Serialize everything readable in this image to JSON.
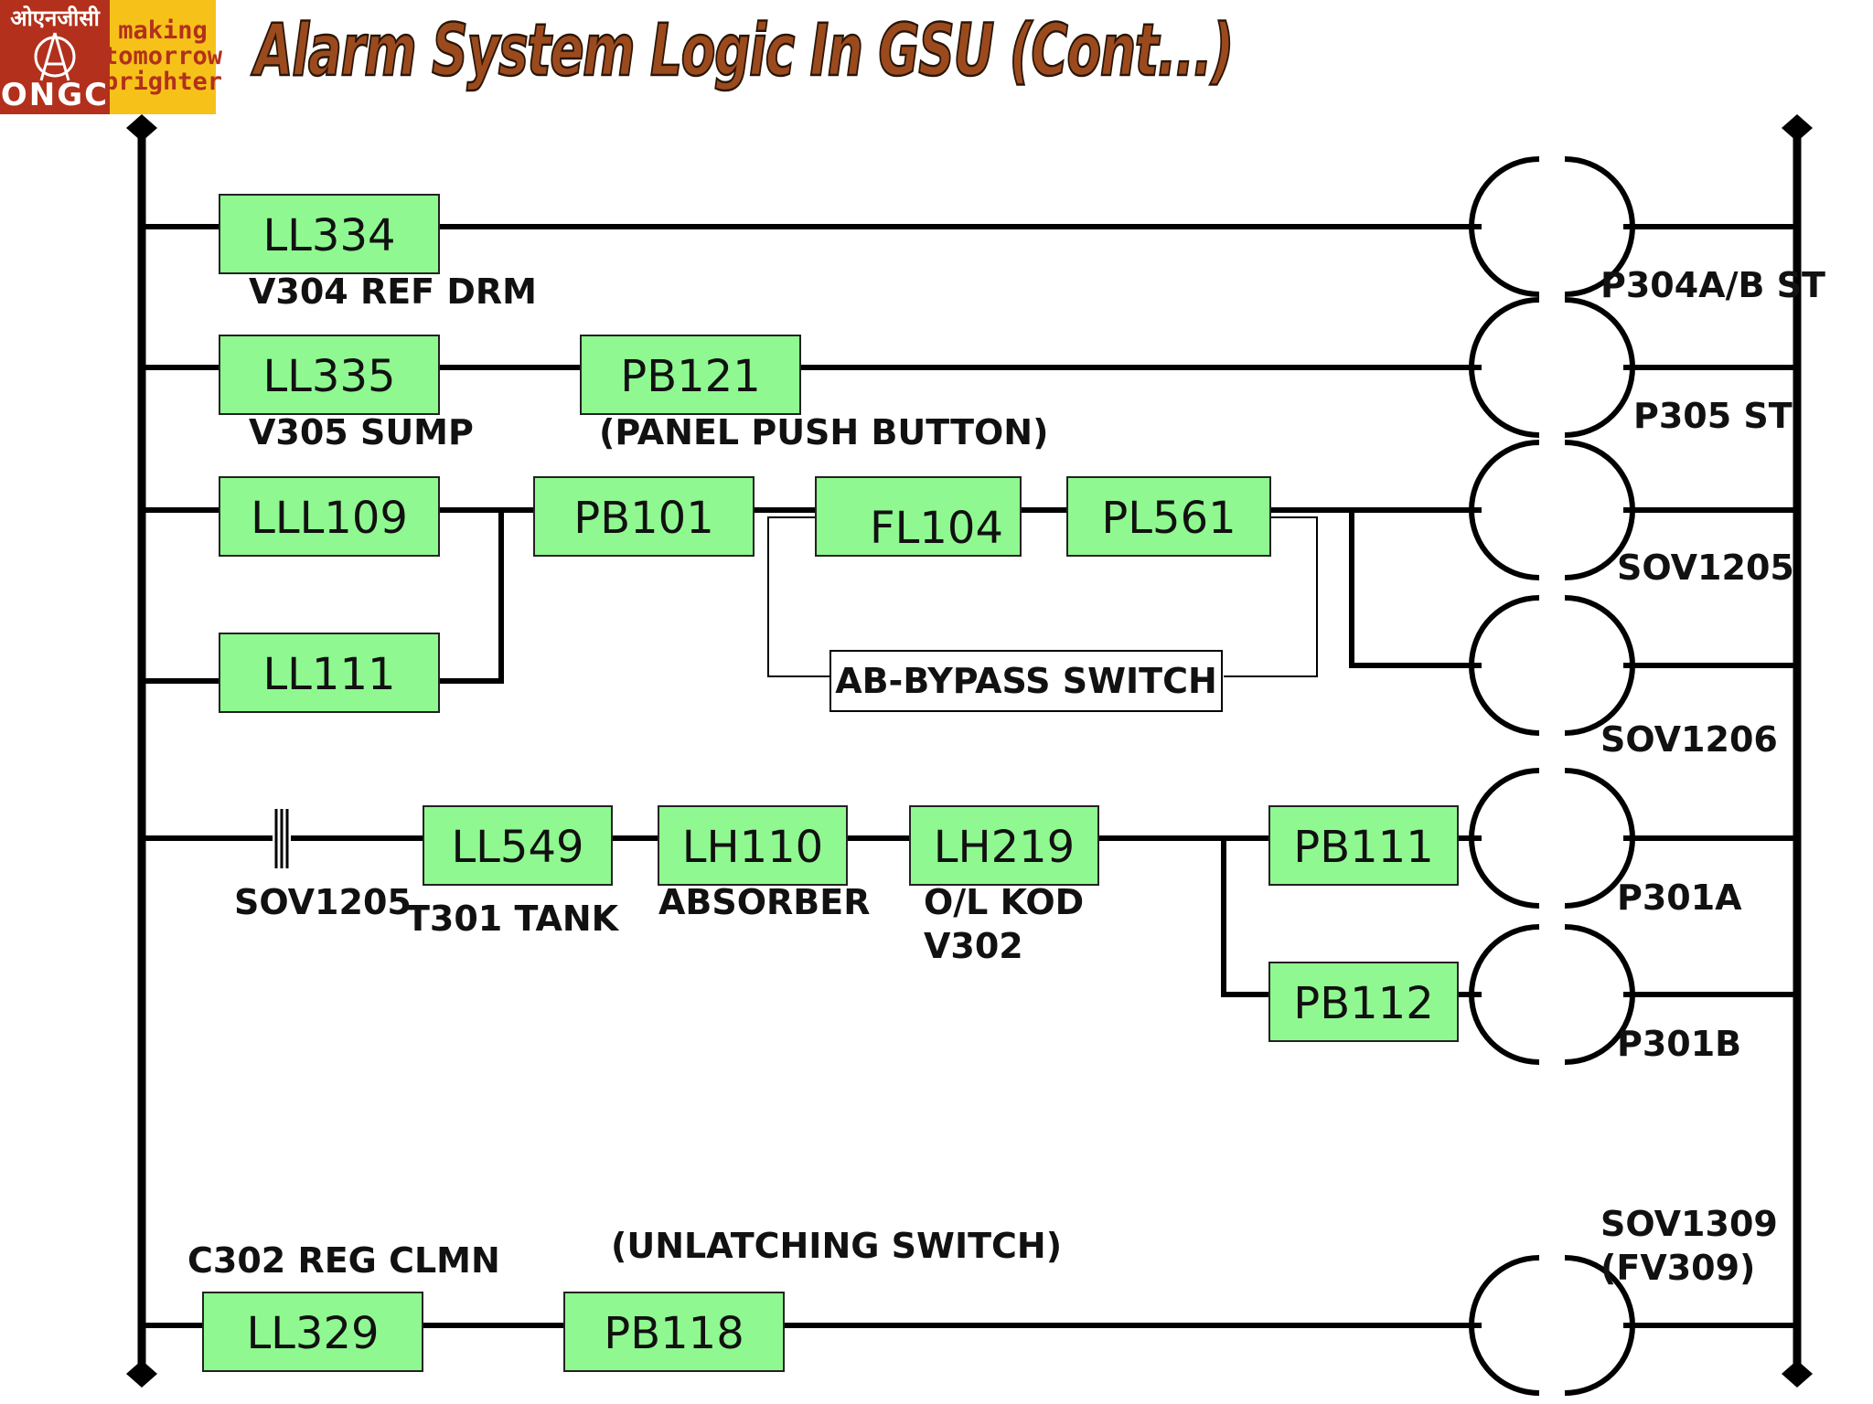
{
  "title": "Alarm System Logic In GSU (Cont...)",
  "logo": {
    "hindi": "ओएनजीसी",
    "name": "ONGC",
    "tagline": [
      "making",
      "tomorrow",
      "brighter"
    ]
  },
  "colors": {
    "box_fill": "#90f890",
    "line": "#000000",
    "title": "#9b4a1e",
    "logo_red": "#b2301c",
    "logo_yellow": "#f6c21a"
  },
  "boxes": {
    "ll334": "LL334",
    "ll335": "LL335",
    "pb121": "PB121",
    "lll109": "LLL109",
    "ll111": "LL111",
    "pb101": "PB101",
    "fl104": "FL104",
    "pl561": "PL561",
    "ll549": "LL549",
    "lh110": "LH110",
    "lh219": "LH219",
    "pb111": "PB111",
    "pb112": "PB112",
    "ll329": "LL329",
    "pb118": "PB118"
  },
  "labels": {
    "v304": "V304 REF DRM",
    "v305": "V305 SUMP",
    "panel_push": "(PANEL PUSH BUTTON)",
    "bypass": "AB-BYPASS SWITCH",
    "sov1205_contact": "SOV1205",
    "t301": "T301 TANK",
    "absorber": "ABSORBER",
    "olkod_1": "O/L KOD",
    "olkod_2": "V302",
    "c302": "C302 REG CLMN",
    "unlatching": "(UNLATCHING SWITCH)"
  },
  "outputs": {
    "p304": "P304A/B ST",
    "p305": "P305 ST",
    "sov1205": "SOV1205",
    "sov1206": "SOV1206",
    "p301a": "P301A",
    "p301b": "P301B",
    "sov1309_1": "SOV1309",
    "sov1309_2": "(FV309)"
  }
}
